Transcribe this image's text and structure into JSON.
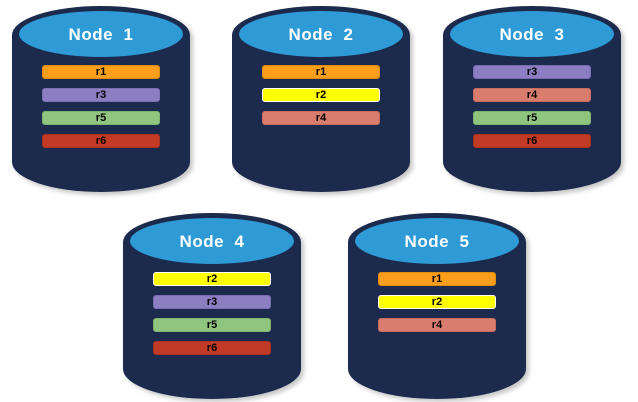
{
  "palette": {
    "background": "#FFFFFF",
    "cylinder_body": "#1B2A4D",
    "cylinder_lid": "#2E9AD6",
    "title_text": "#FFFFFF",
    "bar_text": "#000000"
  },
  "nodes": [
    {
      "label": "Node  1",
      "replicas": [
        {
          "label": "r1",
          "fill": "#F99E1A",
          "border": "#DF8C0A"
        },
        {
          "label": "r3",
          "fill": "#8C7EC3",
          "border": "#7B6DB2"
        },
        {
          "label": "r5",
          "fill": "#90C57F",
          "border": "#7EB46D"
        },
        {
          "label": "r6",
          "fill": "#C33A26",
          "border": "#A93120"
        }
      ]
    },
    {
      "label": "Node  2",
      "replicas": [
        {
          "label": "r1",
          "fill": "#F99E1A",
          "border": "#DF8C0A"
        },
        {
          "label": "r2",
          "fill": "#FFFF00",
          "border": "#FFFFFF"
        },
        {
          "label": "r4",
          "fill": "#D97D6E",
          "border": "#C96C5D"
        }
      ]
    },
    {
      "label": "Node  3",
      "replicas": [
        {
          "label": "r3",
          "fill": "#8C7EC3",
          "border": "#7B6DB2"
        },
        {
          "label": "r4",
          "fill": "#D97D6E",
          "border": "#C96C5D"
        },
        {
          "label": "r5",
          "fill": "#90C57F",
          "border": "#7EB46D"
        },
        {
          "label": "r6",
          "fill": "#C33A26",
          "border": "#A93120"
        }
      ]
    },
    {
      "label": "Node  4",
      "replicas": [
        {
          "label": "r2",
          "fill": "#FFFF00",
          "border": "#FFFFFF"
        },
        {
          "label": "r3",
          "fill": "#8C7EC3",
          "border": "#7B6DB2"
        },
        {
          "label": "r5",
          "fill": "#90C57F",
          "border": "#7EB46D"
        },
        {
          "label": "r6",
          "fill": "#C33A26",
          "border": "#A93120"
        }
      ]
    },
    {
      "label": "Node  5",
      "replicas": [
        {
          "label": "r1",
          "fill": "#F99E1A",
          "border": "#DF8C0A"
        },
        {
          "label": "r2",
          "fill": "#FFFF00",
          "border": "#FFFFFF"
        },
        {
          "label": "r4",
          "fill": "#D97D6E",
          "border": "#C96C5D"
        }
      ]
    }
  ]
}
